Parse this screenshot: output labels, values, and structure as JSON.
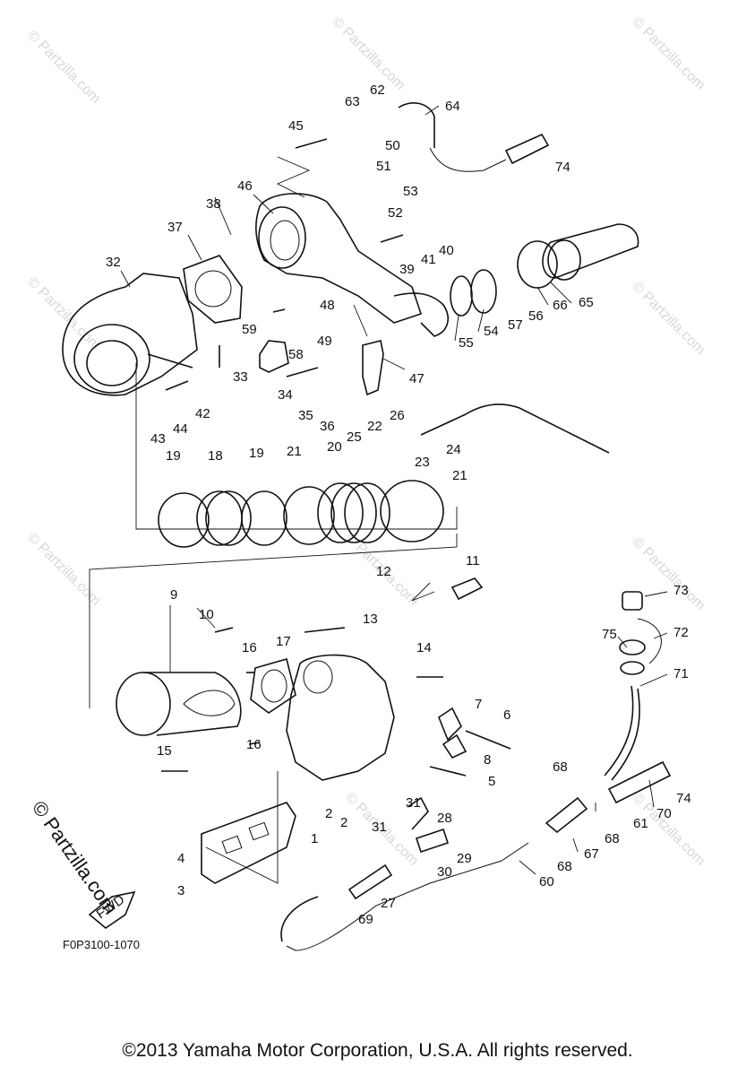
{
  "watermark": "© Partzilla.com",
  "diagram_code": "F0P3100-1070",
  "fwd_label": "FWD",
  "footer": "©2013 Yamaha Motor Corporation, U.S.A. All rights reserved.",
  "callouts": [
    "1",
    "2",
    "2",
    "3",
    "4",
    "5",
    "6",
    "7",
    "8",
    "9",
    "10",
    "11",
    "12",
    "13",
    "14",
    "15",
    "16",
    "16",
    "17",
    "18",
    "19",
    "19",
    "20",
    "21",
    "21",
    "22",
    "23",
    "24",
    "25",
    "26",
    "27",
    "28",
    "29",
    "30",
    "31",
    "31",
    "32",
    "33",
    "34",
    "35",
    "36",
    "37",
    "38",
    "39",
    "40",
    "41",
    "42",
    "43",
    "44",
    "45",
    "46",
    "47",
    "48",
    "49",
    "50",
    "51",
    "52",
    "53",
    "54",
    "55",
    "56",
    "57",
    "58",
    "59",
    "60",
    "61",
    "62",
    "63",
    "64",
    "65",
    "66",
    "67",
    "68",
    "68",
    "68",
    "69",
    "70",
    "71",
    "72",
    "73",
    "74",
    "74",
    "75"
  ]
}
